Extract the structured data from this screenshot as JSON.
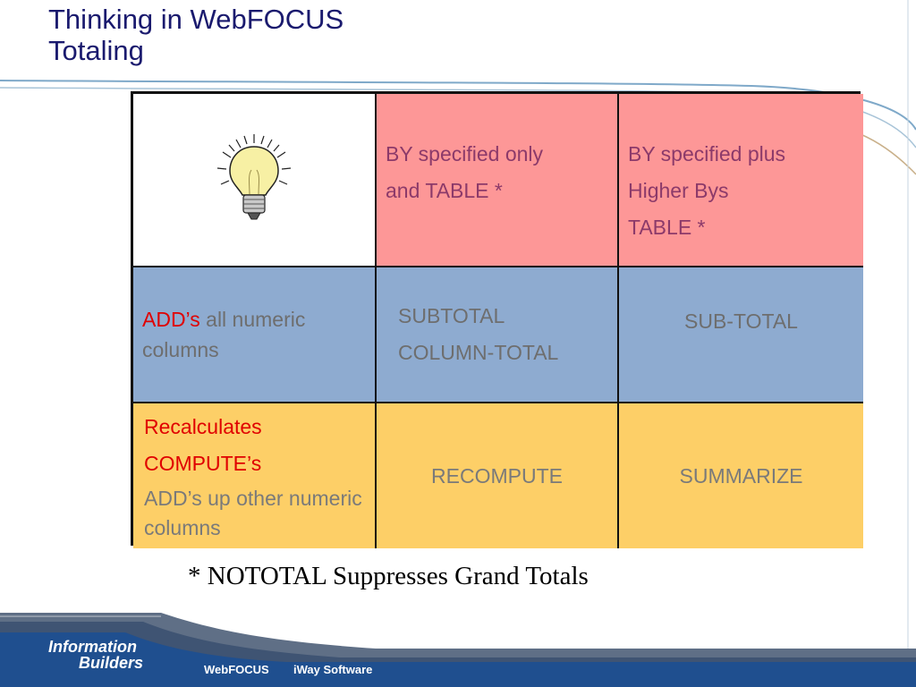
{
  "slide": {
    "title_line1": "Thinking in WebFOCUS",
    "title_line2": "Totaling"
  },
  "table": {
    "header": {
      "col2_lines": [
        "BY specified only",
        "and TABLE *"
      ],
      "col3_lines": [
        "BY specified plus",
        "Higher Bys",
        "TABLE *"
      ]
    },
    "row_add": {
      "label_prefix": "ADD’s",
      "label_rest": " all numeric columns",
      "col2_lines": [
        "SUBTOTAL",
        "COLUMN-TOTAL"
      ],
      "col3": "SUB-TOTAL"
    },
    "row_recalc": {
      "label_line1": "Recalculates",
      "label_line2": "COMPUTE’s",
      "label_line3": "ADD’s up other numeric columns",
      "col2": "RECOMPUTE",
      "col3": "SUMMARIZE"
    }
  },
  "footnote": "* NOTOTAL Suppresses Grand Totals",
  "footer": {
    "logo_line1": "Information",
    "logo_line2": "Builders",
    "links": [
      "WebFOCUS",
      "iWay Software"
    ]
  },
  "colors": {
    "title": "#1a1a6e",
    "pink": "#fd9797",
    "blue": "#8eabd0",
    "gold": "#fdcf67",
    "accent_red": "#e00000",
    "footer_blue": "#1f4f8f"
  },
  "icons": {
    "bulb": "lightbulb-icon"
  }
}
